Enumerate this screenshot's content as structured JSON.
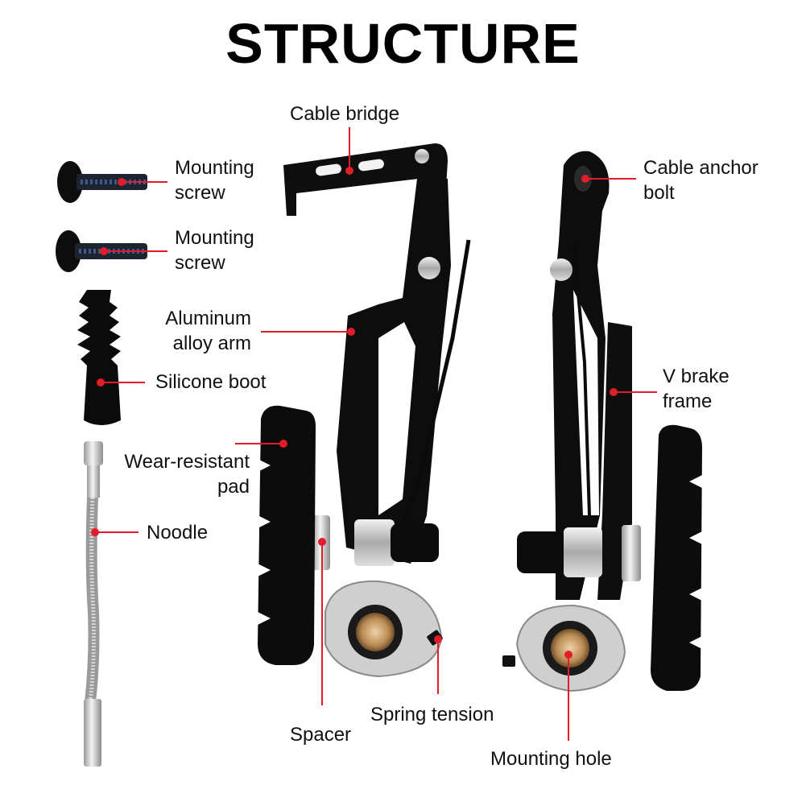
{
  "title": "STRUCTURE",
  "colors": {
    "leader": "#e11d2a",
    "metal": "#111111",
    "silver": "#c9c9c9",
    "brass": "#b88a52"
  },
  "labels": {
    "cable_bridge": "Cable bridge",
    "cable_anchor_bolt": [
      "Cable anchor",
      "bolt"
    ],
    "mounting_screw_1": [
      "Mounting",
      "screw"
    ],
    "mounting_screw_2": [
      "Mounting",
      "screw"
    ],
    "aluminum_alloy_arm": [
      "Aluminum",
      "alloy arm"
    ],
    "silicone_boot": "Silicone boot",
    "v_brake_frame": [
      "V brake",
      "frame"
    ],
    "wear_resistant_pad": [
      "Wear-resistant",
      "pad"
    ],
    "noodle": "Noodle",
    "spring_tension": "Spring tension",
    "spacer": "Spacer",
    "mounting_hole": "Mounting hole"
  }
}
